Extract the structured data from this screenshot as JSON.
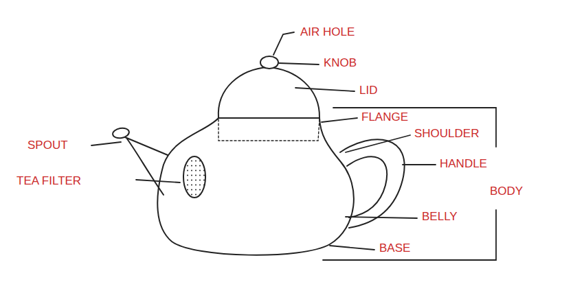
{
  "diagram": {
    "labels": [
      "AIR HOLE",
      "KNOB",
      "LID",
      "FLANGE",
      "SHOULDER",
      "HANDLE",
      "BODY",
      "SPOUT",
      "TEA FILTER",
      "BELLY",
      "BASE"
    ]
  }
}
